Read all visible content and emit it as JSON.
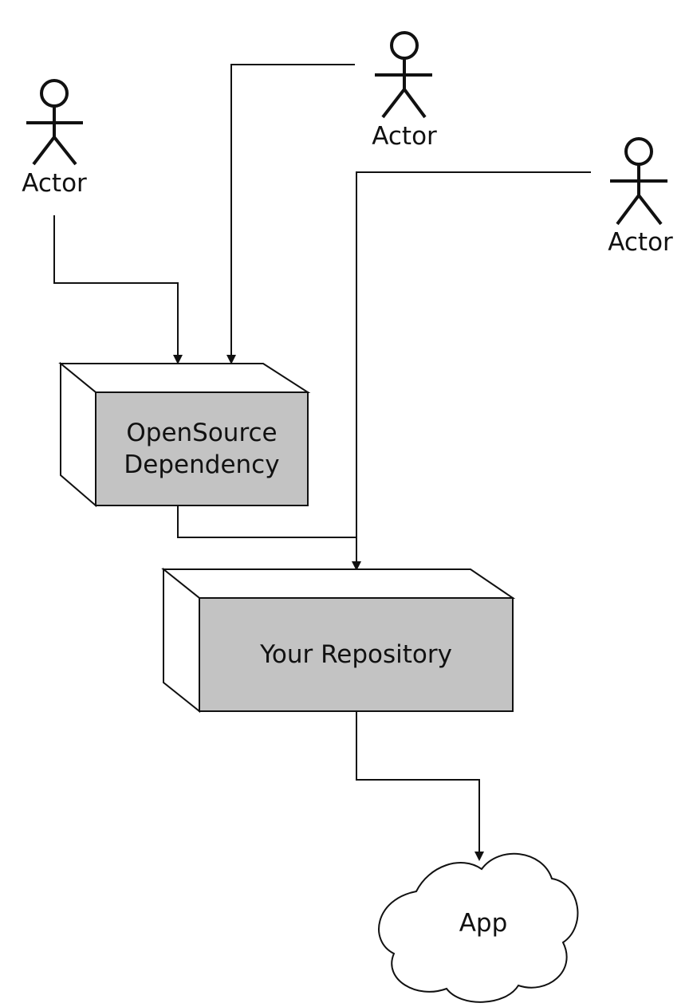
{
  "diagram": {
    "actors": [
      {
        "label": "Actor"
      },
      {
        "label": "Actor"
      },
      {
        "label": "Actor"
      }
    ],
    "nodes": {
      "dependency": {
        "line1": "OpenSource",
        "line2": "Dependency"
      },
      "repository": {
        "label": "Your Repository"
      },
      "app": {
        "label": "App"
      }
    },
    "colors": {
      "box_front": "#c3c3c3",
      "box_side": "#ffffff",
      "stroke": "#111111"
    }
  }
}
